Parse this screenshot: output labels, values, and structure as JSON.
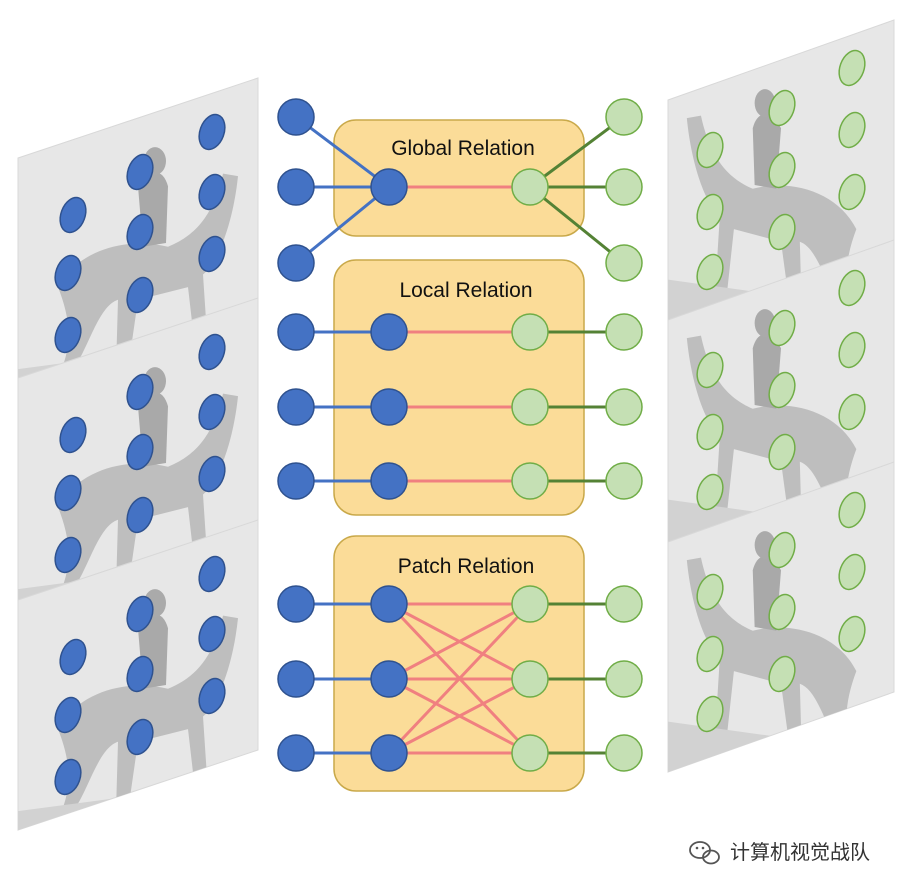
{
  "colors": {
    "blue_node": "#4472c4",
    "blue_node_stroke": "#2f528f",
    "green_node": "#c5e0b4",
    "green_node_stroke": "#70ad47",
    "blue_edge": "#4472c4",
    "green_edge": "#548235",
    "relation_edge": "#f08080",
    "relation_box_fill": "#fbdc98",
    "relation_box_stroke": "#c9a94a",
    "photo_fill": "#e7e7e7"
  },
  "relations": [
    {
      "id": "global",
      "title": "Global Relation"
    },
    {
      "id": "local",
      "title": "Local Relation"
    },
    {
      "id": "patch",
      "title": "Patch Relation"
    }
  ],
  "left_images": [
    {
      "icon": "horse-rider-photo",
      "keypoint_color": "blue"
    },
    {
      "icon": "horse-rider-photo",
      "keypoint_color": "blue"
    },
    {
      "icon": "horse-rider-photo",
      "keypoint_color": "blue"
    }
  ],
  "right_images": [
    {
      "icon": "horse-rider-photo-mirrored",
      "keypoint_color": "green"
    },
    {
      "icon": "horse-rider-photo-mirrored",
      "keypoint_color": "green"
    },
    {
      "icon": "horse-rider-photo-mirrored",
      "keypoint_color": "green"
    }
  ],
  "watermark": {
    "icon": "wechat-icon",
    "text": "计算机视觉战队"
  }
}
